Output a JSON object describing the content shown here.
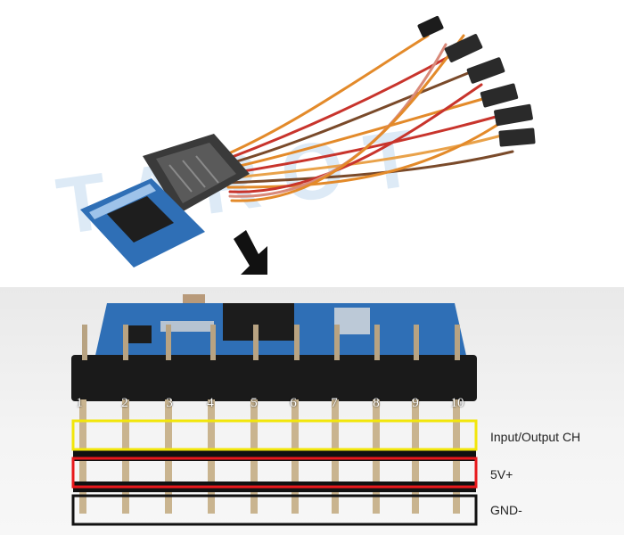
{
  "pin_numbers": [
    "1",
    "2",
    "3",
    "4",
    "5",
    "6",
    "7",
    "8",
    "9",
    "10"
  ],
  "rows": [
    {
      "label": "Input/Output CH",
      "color": "#f2e60a"
    },
    {
      "label": "5V+",
      "color": "#e8181c"
    },
    {
      "label": "GND-",
      "color": "#111111"
    }
  ],
  "colors": {
    "pcb": "#2f6fb6",
    "wire_orange": "#e38a2a",
    "wire_red": "#c8342c",
    "wire_brown": "#7a4a2a",
    "header_black": "#1a1a1a"
  }
}
